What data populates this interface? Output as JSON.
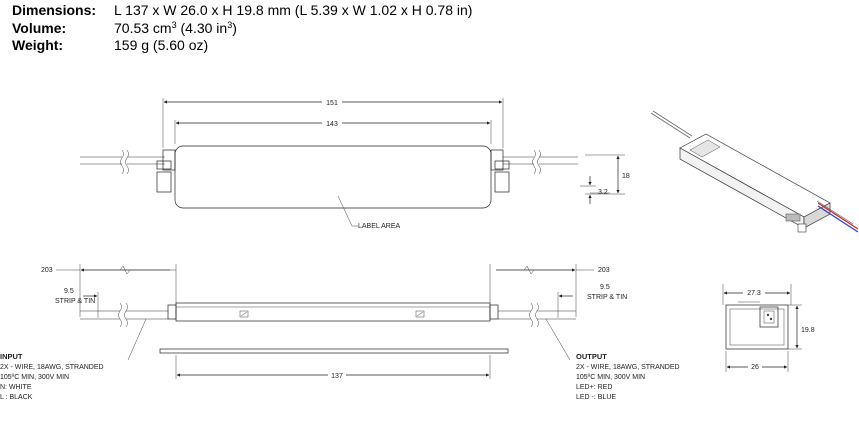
{
  "specs": {
    "dimensions_label": "Dimensions:",
    "dimensions_value": "L 137 x W 26.0 x H 19.8 mm (L 5.39 x W 1.02 x H 0.78 in)",
    "volume_label": "Volume:",
    "volume_value_pre": "70.53 cm",
    "volume_sup1": "3",
    "volume_value_mid": " (4.30 in",
    "volume_sup2": "3",
    "volume_value_post": ")",
    "weight_label": "Weight:",
    "weight_value": "159 g (5.60 oz)"
  },
  "top_view": {
    "dim_overall": "151",
    "dim_body": "143",
    "dim_height": "18",
    "dim_offset": "3.2",
    "label_area": "LABEL AREA"
  },
  "side_view": {
    "dim_left_lead": "203",
    "dim_right_lead": "203",
    "strip_left_value": "9.5",
    "strip_left_text": "STRIP & TIN",
    "strip_right_value": "9.5",
    "strip_right_text": "STRIP & TIN",
    "dim_body_length": "137"
  },
  "input_note": {
    "title": "INPUT",
    "line1": "2X - WIRE, 18AWG,  STRANDED",
    "line2": "105ºC MIN, 300V MIN",
    "line3": "N: WHITE",
    "line4": "L : BLACK"
  },
  "output_note": {
    "title": "OUTPUT",
    "line1": "2X - WIRE, 18AWG,  STRANDED",
    "line2": "105ºC MIN, 300V MIN",
    "line3": "LED+: RED",
    "line4": "LED -: BLUE"
  },
  "end_view": {
    "dim_width_top": "27.3",
    "dim_height": "19.8",
    "dim_width_bottom": "26"
  },
  "colors": {
    "wire_red": "#d62020",
    "wire_blue": "#2a3fd0",
    "line": "#222222"
  }
}
